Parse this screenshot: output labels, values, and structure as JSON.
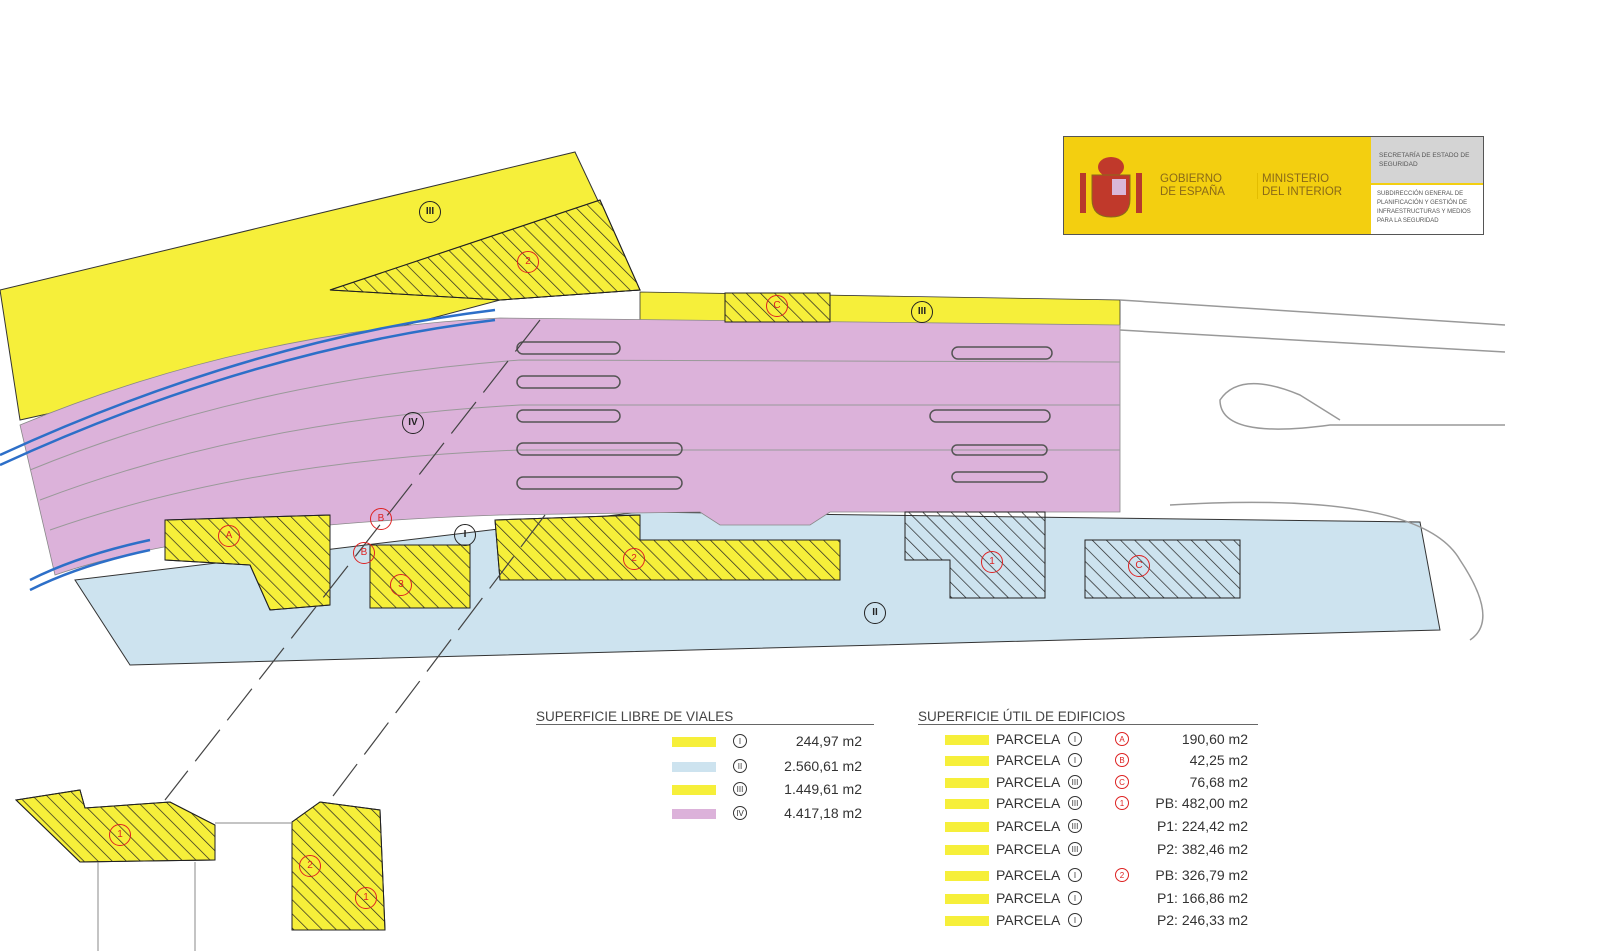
{
  "colors": {
    "yellow": "#f6ef3a",
    "blue": "#cde3ef",
    "pink": "#dcb2da",
    "red": "#d22222",
    "road_line": "#2d6fc8"
  },
  "logo": {
    "gov": "GOBIERNO DE ESPAÑA",
    "ministry": "MINISTERIO DEL INTERIOR",
    "secretary": "SECRETARÍA DE ESTADO DE SEGURIDAD",
    "subdirection": "SUBDIRECCIÓN GENERAL DE PLANIFICACIÓN Y GESTIÓN DE INFRAESTRUCTURAS Y MEDIOS PARA LA SEGURIDAD"
  },
  "plan_labels": [
    {
      "text": "III",
      "red": false
    },
    {
      "text": "IV",
      "red": false
    },
    {
      "text": "I",
      "red": false
    },
    {
      "text": "II",
      "red": false
    },
    {
      "text": "III",
      "red": false
    },
    {
      "text": "2",
      "red": true
    },
    {
      "text": "C",
      "red": true
    },
    {
      "text": "A",
      "red": true
    },
    {
      "text": "B",
      "red": true
    },
    {
      "text": "B",
      "red": true
    },
    {
      "text": "3",
      "red": true
    },
    {
      "text": "2",
      "red": true
    },
    {
      "text": "1",
      "red": true
    },
    {
      "text": "C",
      "red": true
    },
    {
      "text": "1",
      "red": true
    },
    {
      "text": "2",
      "red": true
    },
    {
      "text": "1",
      "red": true
    }
  ],
  "legend_viales": {
    "title": "SUPERFICIE LIBRE DE VIALES",
    "rows": [
      {
        "zone": "I",
        "value": "244,97 m2",
        "color": "#f6ef3a"
      },
      {
        "zone": "II",
        "value": "2.560,61 m2",
        "color": "#cde3ef"
      },
      {
        "zone": "III",
        "value": "1.449,61 m2",
        "color": "#f6ef3a"
      },
      {
        "zone": "IV",
        "value": "4.417,18 m2",
        "color": "#dcb2da"
      }
    ]
  },
  "legend_edificios": {
    "title": "SUPERFICIE ÚTIL DE EDIFICIOS",
    "rows": [
      {
        "label": "PARCELA",
        "zone": "I",
        "building": "A",
        "value": "190,60 m2"
      },
      {
        "label": "PARCELA",
        "zone": "I",
        "building": "B",
        "value": "42,25 m2"
      },
      {
        "label": "PARCELA",
        "zone": "III",
        "building": "C",
        "value": "76,68 m2"
      },
      {
        "label": "PARCELA",
        "zone": "III",
        "building": "1",
        "value": "PB: 482,00 m2"
      },
      {
        "label": "PARCELA",
        "zone": "III",
        "building": "",
        "value": "P1: 224,42 m2"
      },
      {
        "label": "PARCELA",
        "zone": "III",
        "building": "",
        "value": "P2: 382,46 m2"
      },
      {
        "label": "PARCELA",
        "zone": "I",
        "building": "2",
        "value": "PB: 326,79 m2"
      },
      {
        "label": "PARCELA",
        "zone": "I",
        "building": "",
        "value": "P1: 166,86 m2"
      },
      {
        "label": "PARCELA",
        "zone": "I",
        "building": "",
        "value": "P2: 246,33 m2"
      }
    ]
  }
}
